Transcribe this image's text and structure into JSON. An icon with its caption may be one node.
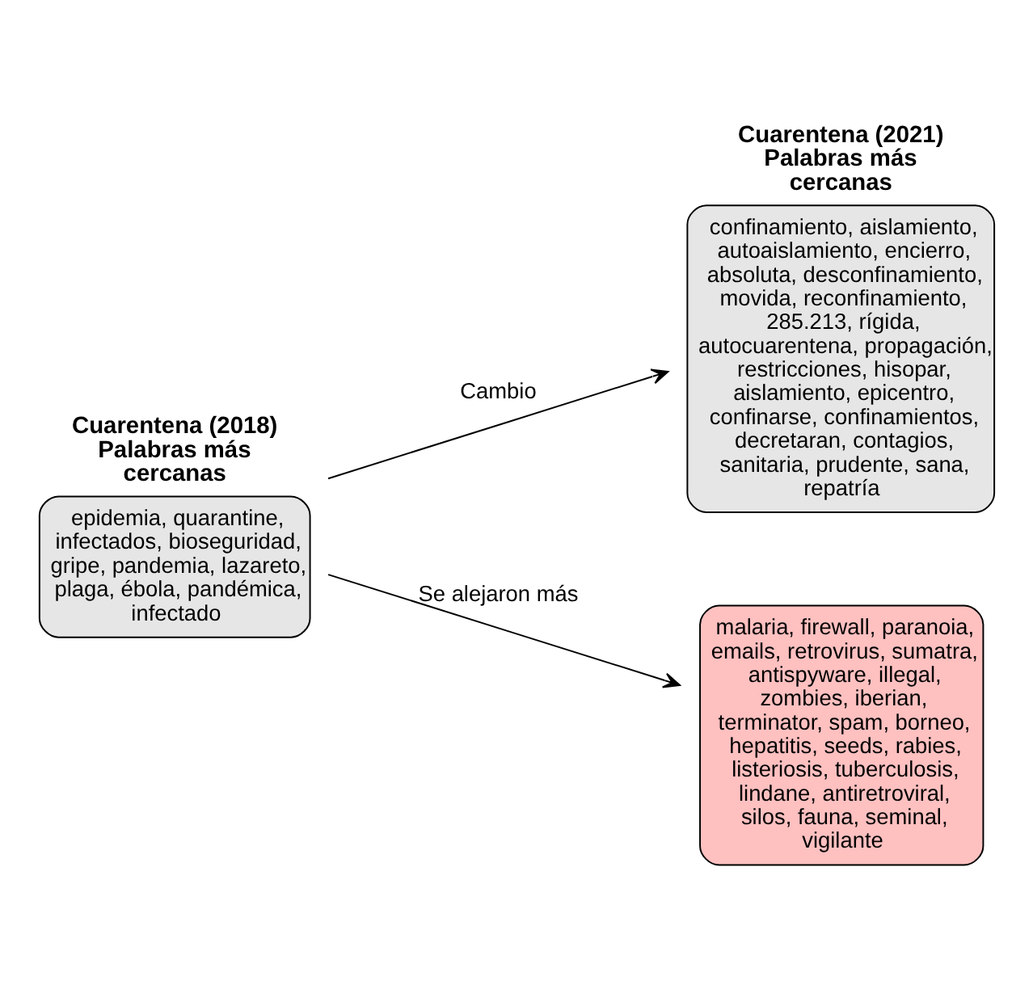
{
  "diagram": {
    "nodes": [
      {
        "text": [
          "Cuarentena (2018) Palabras más cercanas",
          "epidemia, quarantine, infectados, bioseguridad, gripe, pandemia, lazareto, plaga, ébola, pandémica, infectado"
        ]
      },
      {
        "text": [
          "Cuarentena (2021) Palabras más cercanas",
          "confinamiento, aislamiento, autoaislamiento, encierro, absoluta, desconfinamiento, movida, reconfinamiento, 285.213, rígida, autocuarentena, propagación, restricciones, hisopar, aislamiento, epicentro, confinarse, confinamientos, decretaran, contagios, sanitaria, prudente, sana, repatría"
        ]
      },
      {
        "text": [
          "malaria, firewall, paranoia, emails, retrovirus, sumatra, antispyware, illegal, zombies, iberian, terminator, spam, borneo, hepatitis, seeds, rabies, listeriosis, tuberculosis, lindane, antiretroviral, silos, fauna, seminal, vigilante"
        ]
      }
    ],
    "edges": [
      {
        "from": 0,
        "to": 1,
        "arrow": "to",
        "label": "Cambio"
      },
      {
        "from": 0,
        "to": 2,
        "arrow": "to",
        "label": "Se alejaron más"
      }
    ]
  }
}
